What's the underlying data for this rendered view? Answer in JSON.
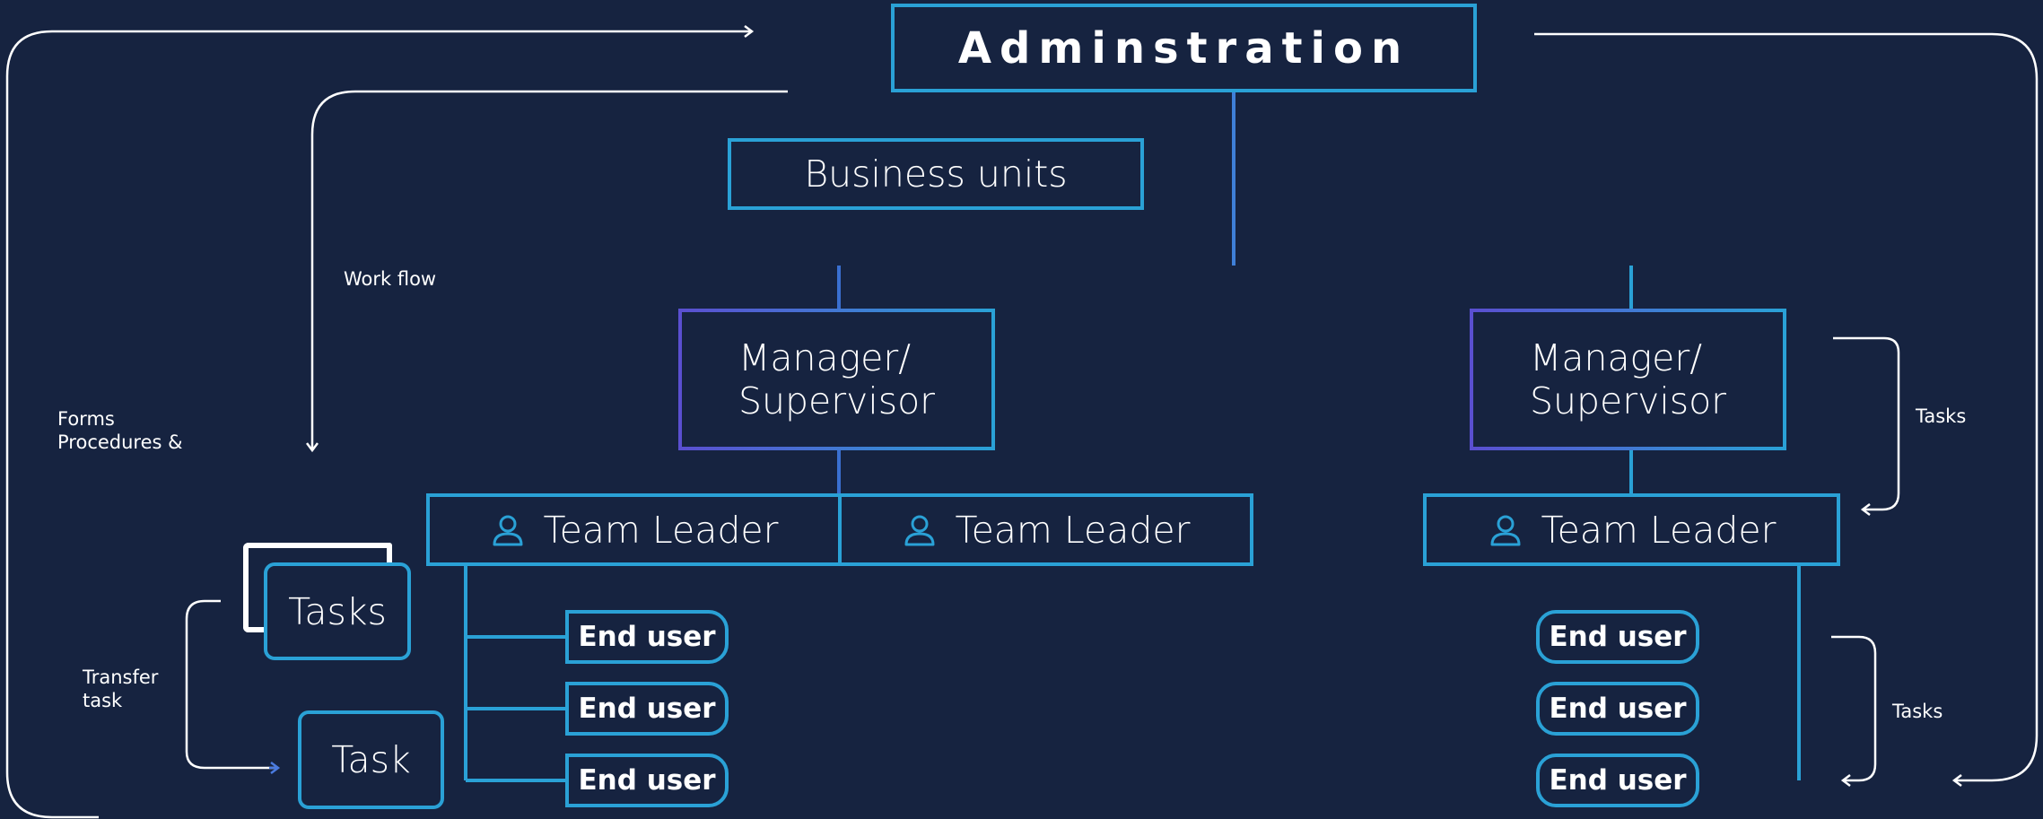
{
  "administration": "Adminstration",
  "business_units": "Business units",
  "managers": [
    "Manager/\nSupervisor",
    "Manager/\nSupervisor"
  ],
  "team_leaders": [
    "Team Leader",
    "Team Leader",
    "Team Leader"
  ],
  "end_users_left": [
    "End user",
    "End user",
    "End user"
  ],
  "end_users_right": [
    "End user",
    "End user",
    "End user"
  ],
  "side": {
    "tasks_box": "Tasks",
    "task_box": "Task",
    "work_flow": "Work flow",
    "forms_procedures": "Forms\nProcedures &",
    "transfer_task": "Transfer\ntask",
    "tasks_label_upper": "Tasks",
    "tasks_label_lower": "Tasks"
  },
  "colors": {
    "background": "#162340",
    "box_border": "#2aa1d6",
    "accent_purple": "#5a4fd0",
    "text": "#ffffff"
  },
  "icons": {
    "team_leader": "user-icon"
  }
}
